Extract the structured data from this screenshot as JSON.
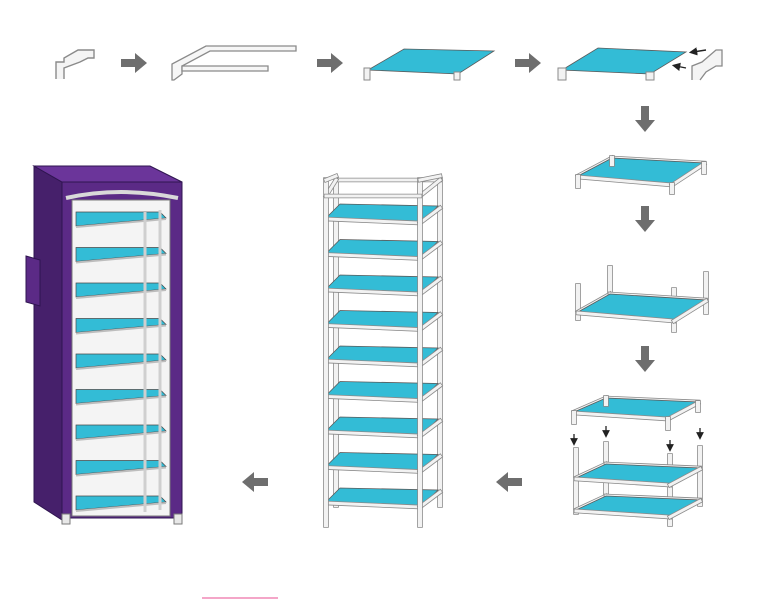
{
  "diagram": {
    "type": "assembly-instructions",
    "subject": "shoe-rack",
    "steps": [
      {
        "id": 1,
        "part": "corner-connector-frame"
      },
      {
        "id": 2,
        "part": "rail-frame"
      },
      {
        "id": 3,
        "part": "shelf-panel"
      },
      {
        "id": 4,
        "part": "shelf-with-end-connector"
      },
      {
        "id": 5,
        "part": "shelf-with-feet"
      },
      {
        "id": 6,
        "part": "shelf-with-posts"
      },
      {
        "id": 7,
        "part": "stacking-tiers"
      },
      {
        "id": 8,
        "part": "assembled-frame-9-tiers"
      },
      {
        "id": 9,
        "part": "covered-rack-9-tiers"
      }
    ],
    "tier_count": 9,
    "colors": {
      "shelf": "#33bcd6",
      "frame": "#cfcfcf",
      "frame_outline": "#8a8a8a",
      "arrow": "#6e6e6e",
      "cover": "#5b2a86",
      "cover_dark": "#46206b",
      "pink_mark": "#f4a6c8"
    },
    "icons": [
      "arrow-right-icon",
      "arrow-down-icon",
      "arrow-left-icon",
      "small-down-arrow-icon"
    ]
  }
}
